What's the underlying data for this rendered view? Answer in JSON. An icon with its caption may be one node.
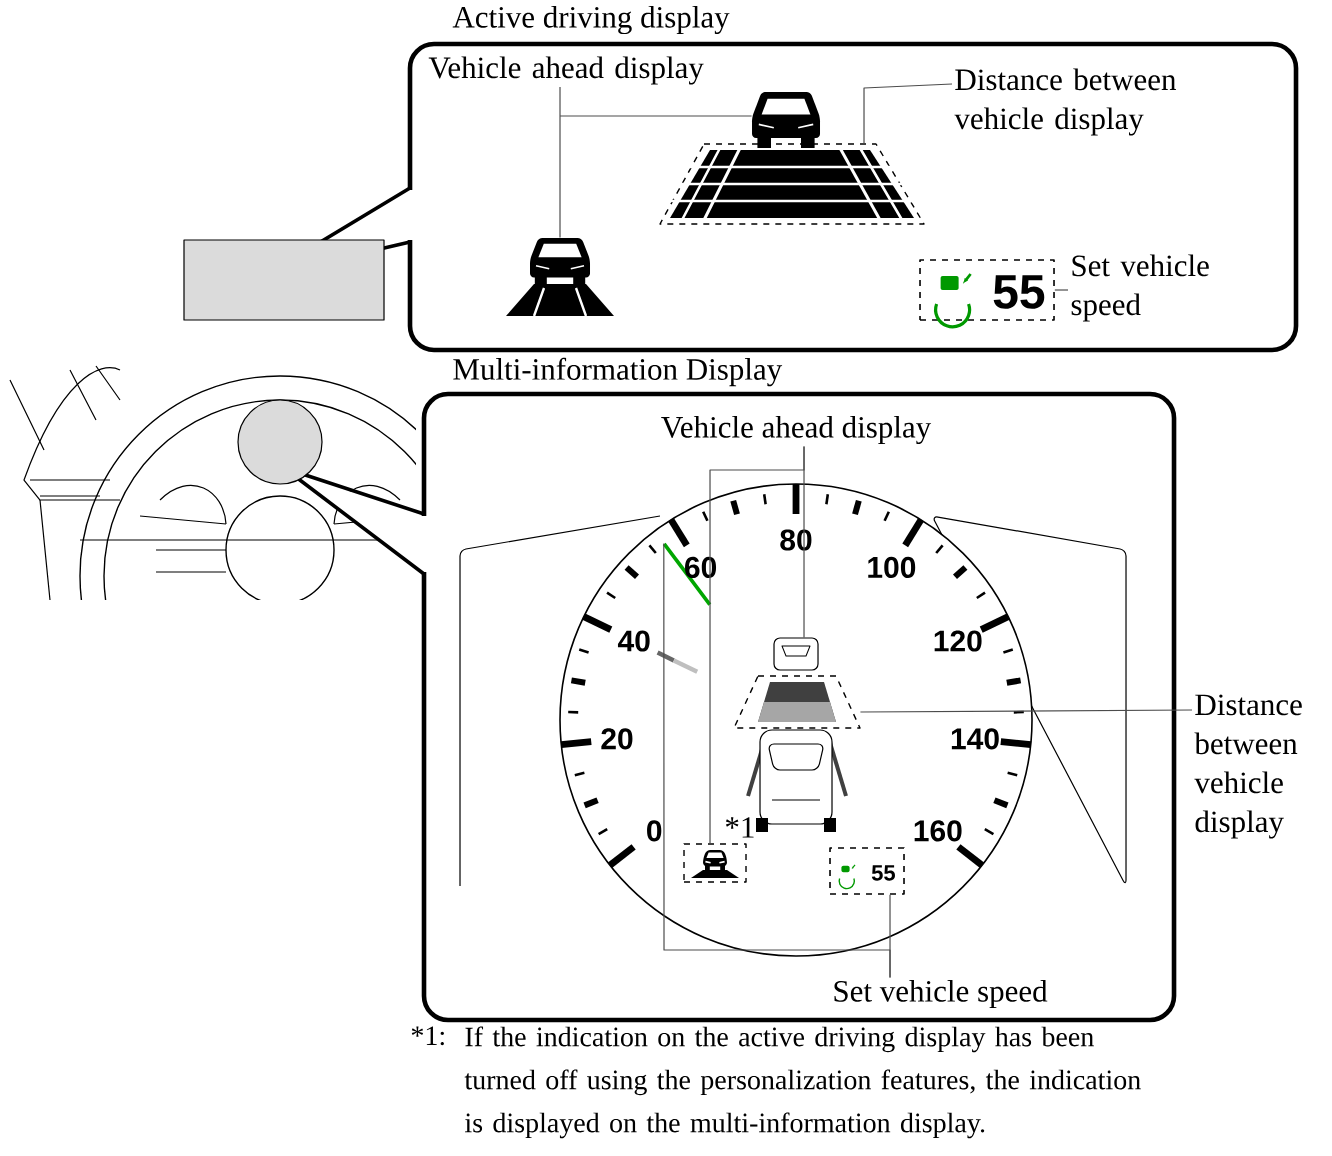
{
  "diagram": {
    "nodes": [
      {
        "text": [
          "Active driving display"
        ]
      },
      {
        "text": [
          "Vehicle ahead display"
        ],
        "in": 0
      },
      {
        "text": [],
        "shape": "picture",
        "in": 0
      },
      {
        "text": [],
        "shape": "picture",
        "in": 0
      },
      {
        "text": [],
        "shape": "picture",
        "in": 0
      },
      {
        "text": [
          "Distance between vehicle display"
        ],
        "in": 0
      },
      {
        "text": [
          "55"
        ],
        "in": 0
      },
      {
        "text": [
          "Set vehicle speed"
        ],
        "in": 0
      },
      {
        "text": [],
        "shape": "box"
      },
      {
        "text": [
          "Multi-information Display"
        ]
      },
      {
        "text": [
          "Vehicle ahead display"
        ],
        "in": 9
      },
      {
        "text": [],
        "shape": "picture",
        "in": 9
      },
      {
        "text": [],
        "shape": "picture",
        "in": 9,
        "beside": [
          "*1"
        ]
      },
      {
        "text": [],
        "shape": "picture",
        "in": 9
      },
      {
        "text": [
          "Distance between vehicle display"
        ]
      },
      {
        "text": [
          "55"
        ],
        "in": 9
      },
      {
        "text": [
          "Set vehicle speed"
        ],
        "in": 9
      },
      {
        "text": [],
        "shape": "bar",
        "in": 9
      },
      {
        "text": [],
        "shape": "circle"
      }
    ],
    "edges": [
      {
        "from": 1,
        "to": 2,
        "arrow": "none"
      },
      {
        "from": 1,
        "to": 3,
        "arrow": "none"
      },
      {
        "from": 5,
        "to": 4,
        "arrow": "none"
      },
      {
        "from": 7,
        "to": 6,
        "arrow": "none"
      },
      {
        "from": 10,
        "to": 11,
        "arrow": "none"
      },
      {
        "from": 10,
        "to": 12,
        "arrow": "none"
      },
      {
        "from": 14,
        "to": 13,
        "arrow": "none"
      },
      {
        "from": 16,
        "to": 15,
        "arrow": "none"
      },
      {
        "from": 16,
        "to": 17,
        "arrow": "none"
      }
    ],
    "labels": [
      "0",
      "20",
      "40",
      "60",
      "80",
      "100",
      "120",
      "140",
      "160",
      "*1:",
      "If the indication on the active driving display has been turned off using the personalization features, the indication is displayed on the multi-information display."
    ]
  }
}
